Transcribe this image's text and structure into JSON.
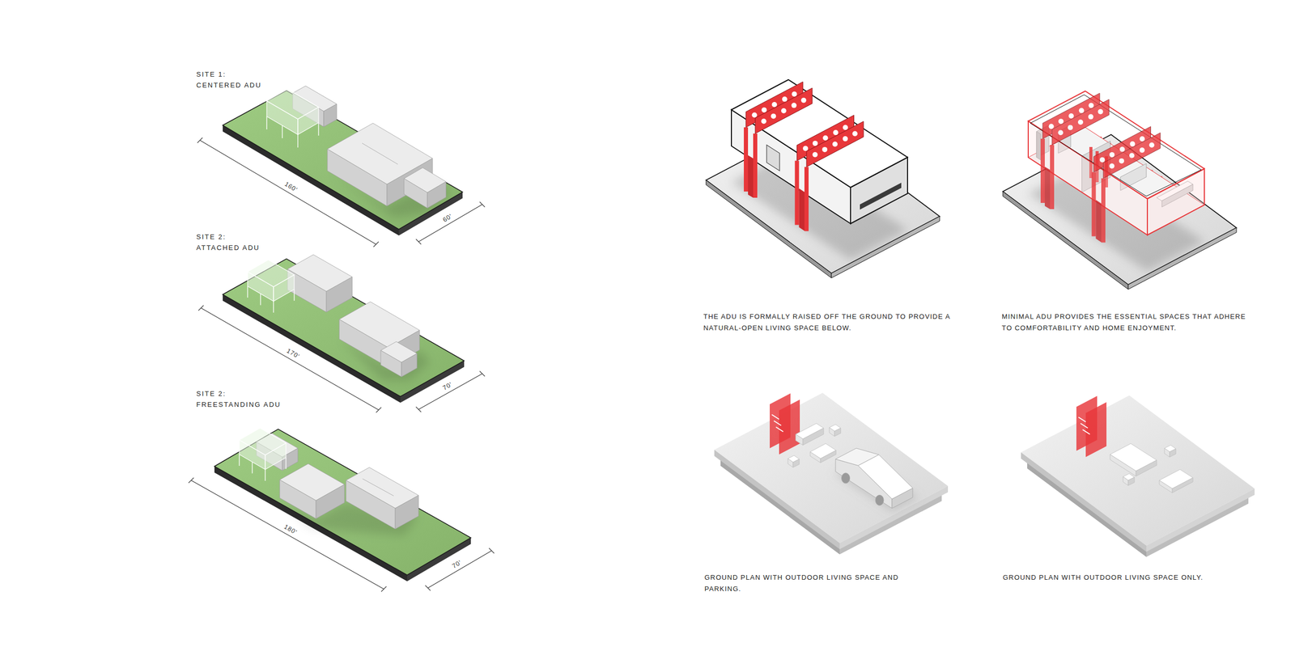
{
  "diagram": {
    "labels": [
      "SITE 1:",
      "CENTERED ADU",
      "160'",
      "60'",
      "SITE 2:",
      "ATTACHED ADU",
      "170'",
      "70'",
      "SITE 2:",
      "FREESTANDING ADU",
      "180'",
      "70'",
      "THE ADU IS FORMALLY RAISED OFF THE GROUND TO PROVIDE A NATURAL-OPEN LIVING SPACE BELOW.",
      "MINIMAL ADU PROVIDES THE ESSENTIAL SPACES THAT ADHERE TO COMFORTABILITY AND HOME ENJOYMENT.",
      "GROUND PLAN WITH OUTDOOR LIVING SPACE AND PARKING.",
      "GROUND PLAN WITH OUTDOOR LIVING SPACE ONLY."
    ]
  }
}
